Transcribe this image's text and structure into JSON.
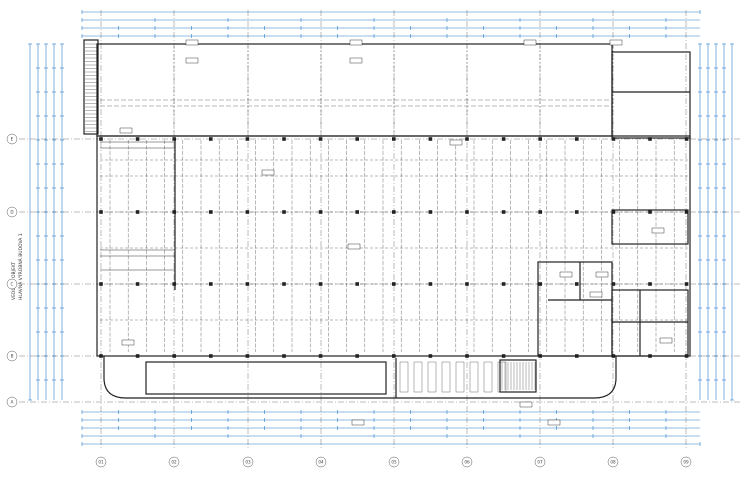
{
  "drawing": {
    "side_title_line1": "VEDĽAJŠÍ OBJEKT",
    "side_title_line2": "HLAVNÁ VÝROBNÁ BUDOVA 1"
  },
  "grid": {
    "columns": [
      "01",
      "02",
      "03",
      "04",
      "05",
      "06",
      "07",
      "08",
      "09"
    ],
    "rows": [
      "A",
      "B",
      "C",
      "D",
      "E"
    ]
  },
  "colors": {
    "wall": "#222222",
    "dimension": "#2a7fc9",
    "grid_line": "#555555",
    "room_tag": "#111111"
  }
}
